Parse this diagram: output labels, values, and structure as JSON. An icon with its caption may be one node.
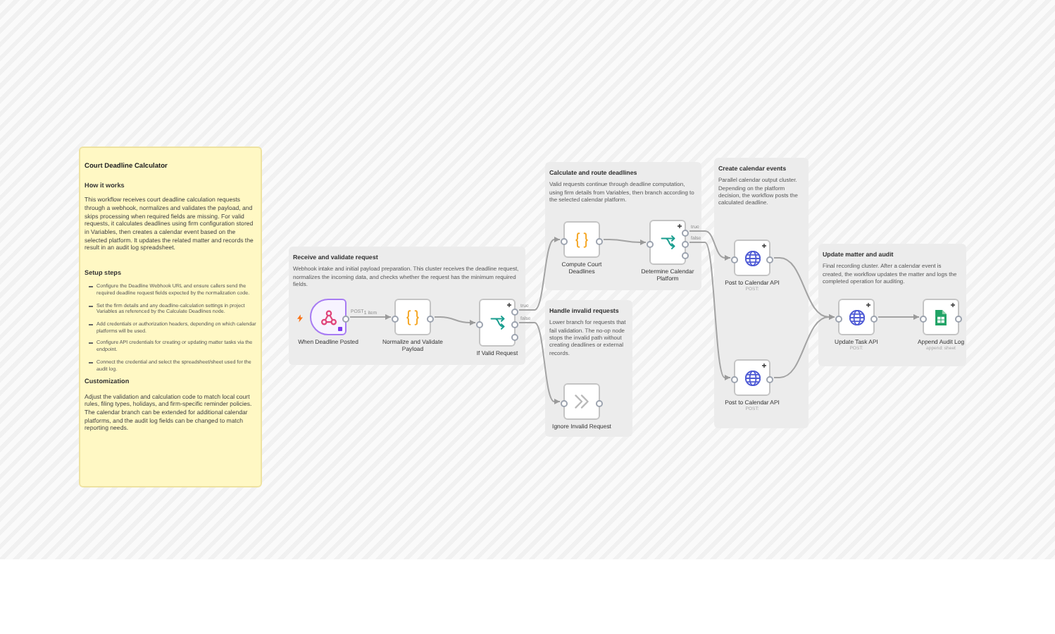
{
  "diagram": {
    "nodes": [
      {
        "text": [
          "Court Deadline Calculator",
          "How it works",
          "This workflow receives court deadline calculation requests through a webhook, normalizes and validates the payload, and skips processing when required fields are missing. For valid requests, it calculates deadlines using firm configuration stored in Variables, then creates a calendar event based on the selected platform. It updates the related matter and records the result in an audit log spreadsheet.",
          "Setup steps",
          "Configure the Deadline Webhook URL and ensure callers send the required deadline request fields expected by the normalization code.",
          "Set the firm details and any deadline-calculation settings in project Variables as referenced by the Calculate Deadlines node.",
          "Add credentials or authorization headers, depending on which calendar platforms will be used.",
          "Configure API credentials for creating or updating matter tasks via the endpoint.",
          "Connect the credential and select the spreadsheet/sheet used for the audit log.",
          "Customization",
          "Adjust the validation and calculation code to match local court rules, filing types, holidays, and firm-specific reminder policies. The calendar branch can be extended for additional calendar platforms, and the audit log fields can be changed to match reporting needs."
        ]
      },
      {
        "text": [
          "Receive and validate request",
          "Webhook intake and initial payload preparation. This cluster receives the deadline request, normalizes the incoming data, and checks whether the request has the minimum required fields."
        ]
      },
      {
        "text": [
          "When Deadline Posted"
        ],
        "in": 1
      },
      {
        "text": [
          "Normalize and Validate Payload"
        ],
        "in": 1
      },
      {
        "text": [
          "If Valid Request"
        ],
        "in": 1
      },
      {
        "text": [
          "Calculate and route deadlines",
          "Valid requests continue through deadline computation, using firm details from Variables, then branch according to the selected calendar platform."
        ]
      },
      {
        "text": [
          "Compute Court Deadlines"
        ],
        "in": 5
      },
      {
        "text": [
          "Determine Calendar Platform"
        ],
        "in": 5
      },
      {
        "text": [
          "Handle invalid requests",
          "Lower branch for requests that fail validation. The no-op node stops the invalid path without creating deadlines or external records."
        ]
      },
      {
        "text": [
          "Ignore Invalid Request"
        ],
        "in": 8
      },
      {
        "text": [
          "Create calendar events",
          "Parallel calendar output cluster. Depending on the platform decision, the workflow posts the calculated deadline."
        ]
      },
      {
        "text": [
          "Post to Calendar API"
        ],
        "in": 10,
        "beside": [
          "POST:"
        ]
      },
      {
        "text": [
          "Post to Calendar API"
        ],
        "in": 10,
        "beside": [
          "POST:"
        ]
      },
      {
        "text": [
          "Update matter and audit",
          "Final recording cluster. After a calendar event is created, the workflow updates the matter and logs the completed operation for auditing."
        ]
      },
      {
        "text": [
          "Update Task API"
        ],
        "in": 13,
        "beside": [
          "POST:"
        ]
      },
      {
        "text": [
          "Append Audit Log"
        ],
        "in": 13,
        "beside": [
          "append: sheet"
        ]
      }
    ],
    "edges": [
      {
        "from": 2,
        "to": 3,
        "arrow": "to",
        "label": "1 item"
      },
      {
        "from": 3,
        "to": 4,
        "arrow": "to"
      },
      {
        "from": 4,
        "to": 6,
        "arrow": "to",
        "label": "true"
      },
      {
        "from": 4,
        "to": 9,
        "arrow": "to",
        "label": "false"
      },
      {
        "from": 6,
        "to": 7,
        "arrow": "to"
      },
      {
        "from": 7,
        "to": 11,
        "arrow": "to",
        "label": "true"
      },
      {
        "from": 7,
        "to": 12,
        "arrow": "to",
        "label": "false"
      },
      {
        "from": 11,
        "to": 14,
        "arrow": "to"
      },
      {
        "from": 12,
        "to": 14,
        "arrow": "to"
      },
      {
        "from": 14,
        "to": 15,
        "arrow": "to"
      }
    ],
    "labels": [
      "POST"
    ]
  }
}
